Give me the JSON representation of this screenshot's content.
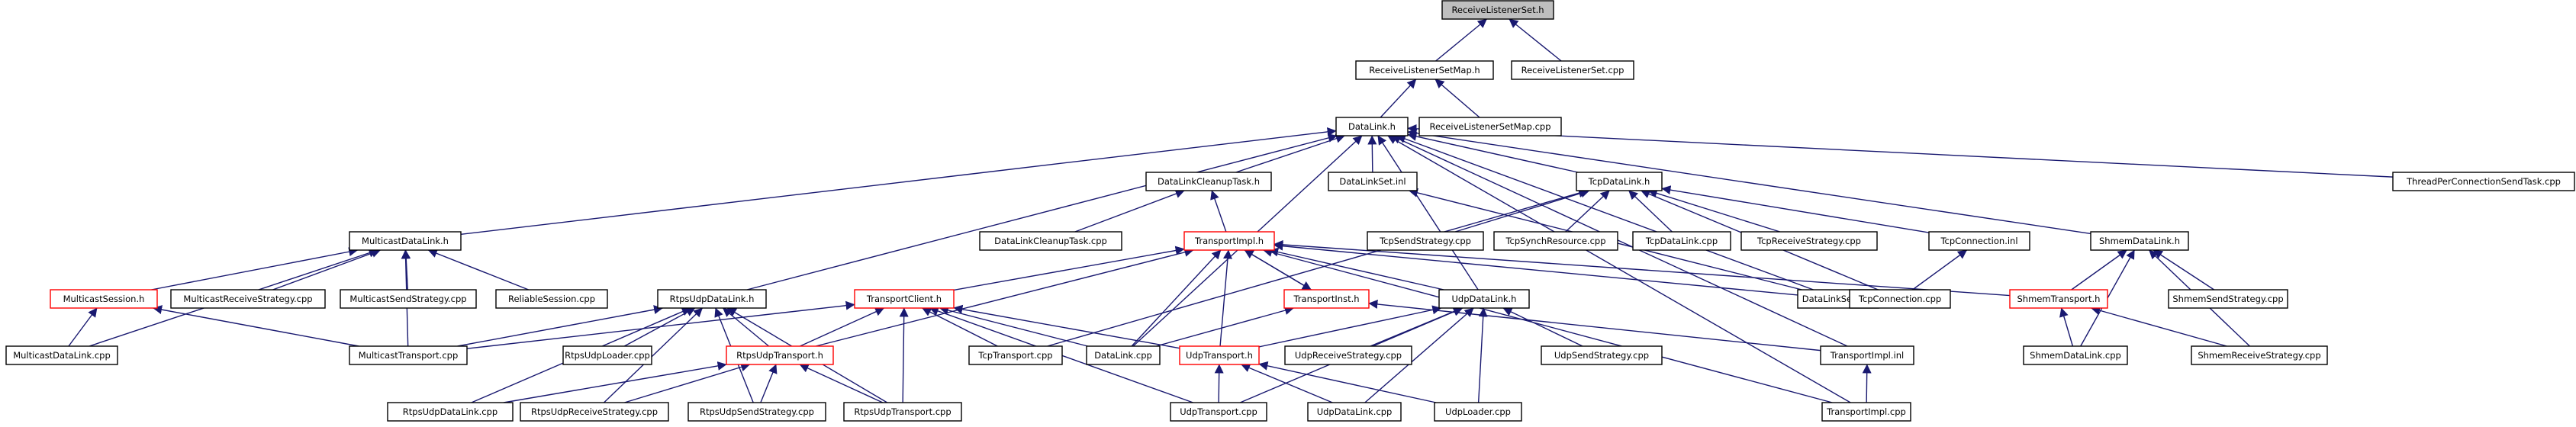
{
  "colors": {
    "edge": "#191970",
    "border": "#000000",
    "border_incomplete": "#ff0000",
    "root_fill": "#bfbfbf",
    "node_fill": "#ffffff"
  },
  "nodes": [
    {
      "id": "n_rls_h",
      "label": "ReceiveListenerSet.h",
      "root": true
    },
    {
      "id": "n_rlsm_h",
      "label": "ReceiveListenerSetMap.h"
    },
    {
      "id": "n_rls_cpp",
      "label": "ReceiveListenerSet.cpp"
    },
    {
      "id": "n_dl_h",
      "label": "DataLink.h"
    },
    {
      "id": "n_rlsm_cpp",
      "label": "ReceiveListenerSetMap.cpp"
    },
    {
      "id": "n_dlct_h",
      "label": "DataLinkCleanupTask.h"
    },
    {
      "id": "n_dls_inl",
      "label": "DataLinkSet.inl"
    },
    {
      "id": "n_tcpdl_h",
      "label": "TcpDataLink.h"
    },
    {
      "id": "n_tpcst_cpp",
      "label": "ThreadPerConnectionSendTask.cpp"
    },
    {
      "id": "n_mdl_h",
      "label": "MulticastDataLink.h"
    },
    {
      "id": "n_dlct_cpp",
      "label": "DataLinkCleanupTask.cpp"
    },
    {
      "id": "n_ti_h",
      "label": "TransportImpl.h",
      "incomplete": true
    },
    {
      "id": "n_tss_cpp",
      "label": "TcpSendStrategy.cpp"
    },
    {
      "id": "n_tsr_cpp",
      "label": "TcpSynchResource.cpp"
    },
    {
      "id": "n_tdl_cpp",
      "label": "TcpDataLink.cpp"
    },
    {
      "id": "n_trs_cpp",
      "label": "TcpReceiveStrategy.cpp"
    },
    {
      "id": "n_tc_inl",
      "label": "TcpConnection.inl"
    },
    {
      "id": "n_shdl_h",
      "label": "ShmemDataLink.h"
    },
    {
      "id": "n_ms_h",
      "label": "MulticastSession.h",
      "incomplete": true
    },
    {
      "id": "n_mrs_cpp",
      "label": "MulticastReceiveStrategy.cpp"
    },
    {
      "id": "n_mss_cpp",
      "label": "MulticastSendStrategy.cpp"
    },
    {
      "id": "n_rs_cpp",
      "label": "ReliableSession.cpp"
    },
    {
      "id": "n_rudl_h",
      "label": "RtpsUdpDataLink.h"
    },
    {
      "id": "n_tcl_h",
      "label": "TransportClient.h",
      "incomplete": true
    },
    {
      "id": "n_tinst_h",
      "label": "TransportInst.h",
      "incomplete": true
    },
    {
      "id": "n_udl_h",
      "label": "UdpDataLink.h"
    },
    {
      "id": "n_dls_cpp",
      "label": "DataLinkSet.cpp"
    },
    {
      "id": "n_tc_cpp",
      "label": "TcpConnection.cpp"
    },
    {
      "id": "n_sht_h",
      "label": "ShmemTransport.h",
      "incomplete": true
    },
    {
      "id": "n_shss_cpp",
      "label": "ShmemSendStrategy.cpp"
    },
    {
      "id": "n_mdl_cpp",
      "label": "MulticastDataLink.cpp"
    },
    {
      "id": "n_mt_cpp",
      "label": "MulticastTransport.cpp"
    },
    {
      "id": "n_rul_cpp",
      "label": "RtpsUdpLoader.cpp"
    },
    {
      "id": "n_rut_h",
      "label": "RtpsUdpTransport.h",
      "incomplete": true
    },
    {
      "id": "n_tcpt_cpp",
      "label": "TcpTransport.cpp"
    },
    {
      "id": "n_dl_cpp",
      "label": "DataLink.cpp"
    },
    {
      "id": "n_ut_h",
      "label": "UdpTransport.h",
      "incomplete": true
    },
    {
      "id": "n_urs_cpp",
      "label": "UdpReceiveStrategy.cpp"
    },
    {
      "id": "n_uss_cpp",
      "label": "UdpSendStrategy.cpp"
    },
    {
      "id": "n_ti_inl",
      "label": "TransportImpl.inl"
    },
    {
      "id": "n_shdl_cpp",
      "label": "ShmemDataLink.cpp"
    },
    {
      "id": "n_shrs_cpp",
      "label": "ShmemReceiveStrategy.cpp"
    },
    {
      "id": "n_rudl_cpp",
      "label": "RtpsUdpDataLink.cpp"
    },
    {
      "id": "n_rurs_cpp",
      "label": "RtpsUdpReceiveStrategy.cpp"
    },
    {
      "id": "n_russ_cpp",
      "label": "RtpsUdpSendStrategy.cpp"
    },
    {
      "id": "n_rut_cpp",
      "label": "RtpsUdpTransport.cpp"
    },
    {
      "id": "n_ut_cpp",
      "label": "UdpTransport.cpp"
    },
    {
      "id": "n_udl_cpp",
      "label": "UdpDataLink.cpp"
    },
    {
      "id": "n_ul_cpp",
      "label": "UdpLoader.cpp"
    },
    {
      "id": "n_ti_cpp",
      "label": "TransportImpl.cpp"
    }
  ]
}
